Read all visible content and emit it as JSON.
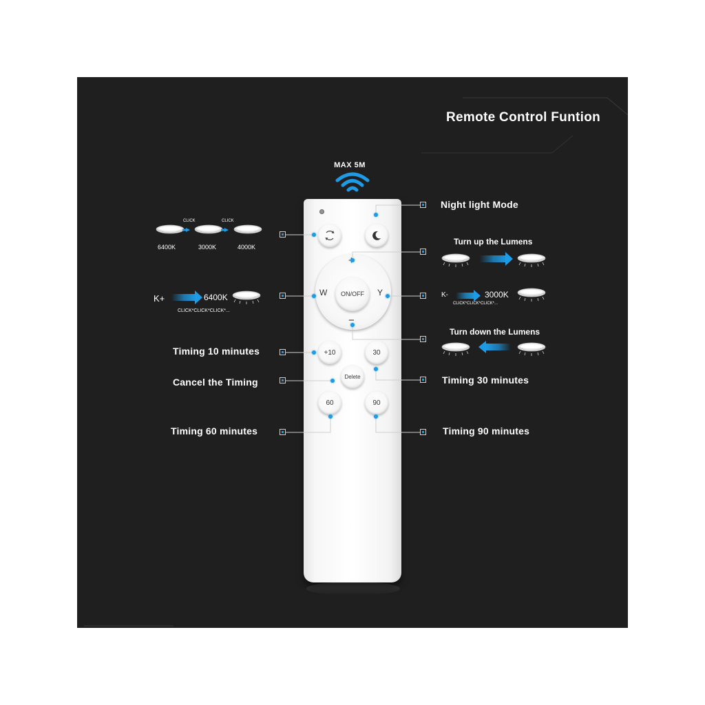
{
  "title": "Remote Control Funtion",
  "range": "MAX 5M",
  "remote": {
    "onoff": "ON/OFF",
    "plus": "+",
    "minus": "−",
    "w": "W",
    "y": "Y",
    "btn_10": "+10",
    "btn_30": "30",
    "btn_delete": "Delete",
    "btn_60": "60",
    "btn_90": "90"
  },
  "labels": {
    "night": "Night light Mode",
    "turn_up": "Turn up the Lumens",
    "turn_down": "Turn down the Lumens",
    "timing10": "Timing 10 minutes",
    "cancel": "Cancel the Timing",
    "timing30": "Timing 30 minutes",
    "timing60": "Timing 60 minutes",
    "timing90": "Timing 90 minutes"
  },
  "cycle": {
    "temps": [
      "6400K",
      "3000K",
      "4000K"
    ],
    "click": "CLICK"
  },
  "kplus": {
    "label": "K+",
    "temp": "6400K",
    "clicks": "CLICK*CLICK*CLICK*..."
  },
  "kminus": {
    "label": "K-",
    "temp": "3000K",
    "clicks": "CLICK*CLICK*CLICK*..."
  },
  "colors": {
    "background": "#1f1f1f",
    "accent": "#1e9be6",
    "text": "#ffffff"
  },
  "icons": [
    "wifi-icon",
    "color-cycle-icon",
    "moon-icon",
    "arrow-right-icon",
    "arrow-left-icon",
    "ceiling-lamp-icon"
  ]
}
